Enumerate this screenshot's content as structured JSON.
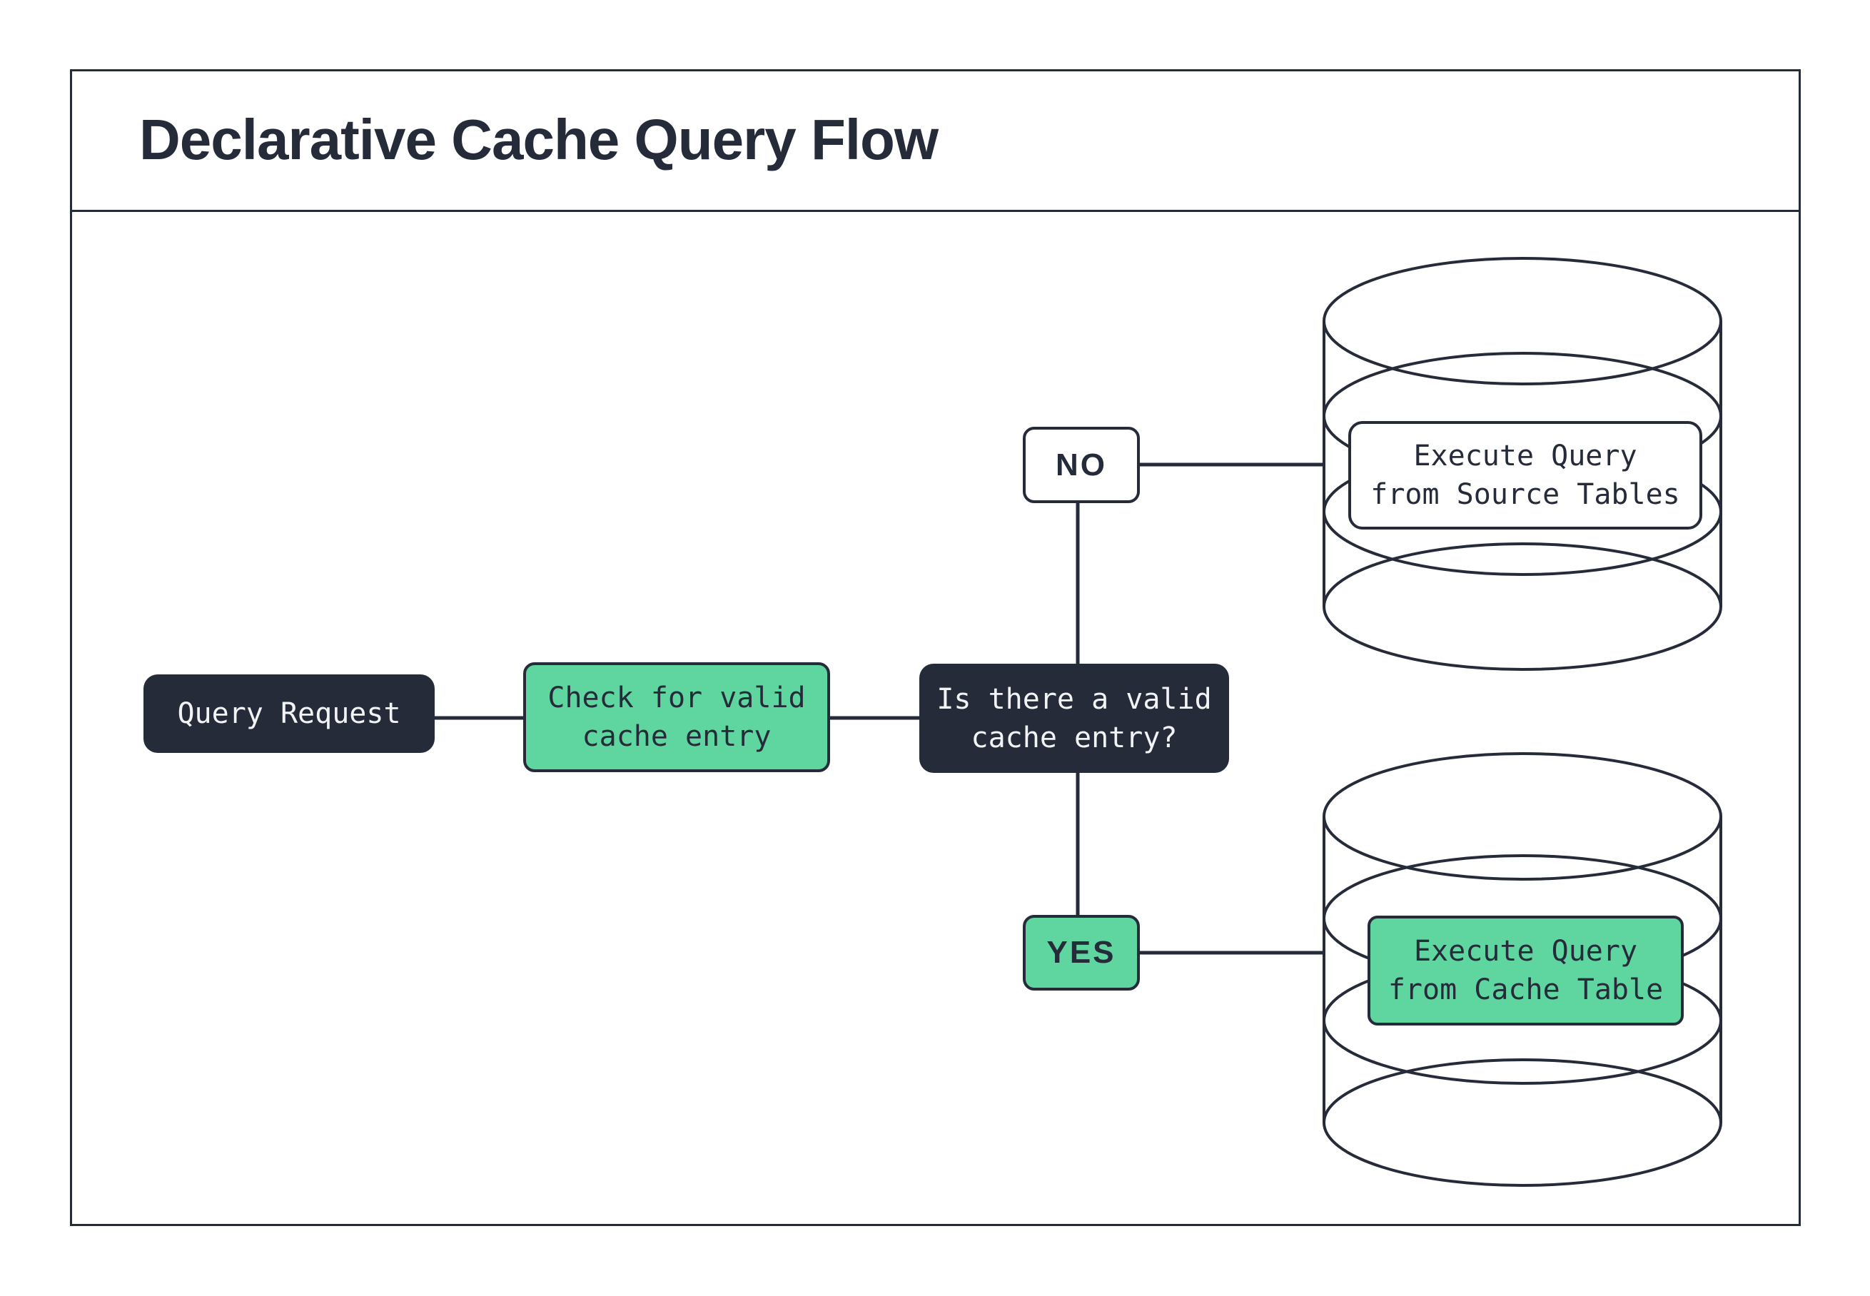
{
  "title": "Declarative Cache Query Flow",
  "colors": {
    "ink": "#262b3a",
    "green": "#5fd6a0",
    "background": "#ffffff",
    "light_text": "#f2f3f5"
  },
  "nodes": {
    "query_request": {
      "label": "Query Request"
    },
    "check_cache": {
      "label": "Check for valid\ncache entry"
    },
    "decision": {
      "label": "Is there a valid\ncache entry?"
    },
    "no": {
      "label": "NO"
    },
    "yes": {
      "label": "YES"
    },
    "execute_source": {
      "label": "Execute Query\nfrom Source Tables"
    },
    "execute_cache": {
      "label": "Execute Query\nfrom Cache Table"
    }
  },
  "icons": {
    "source_db": "database-cylinder",
    "cache_db": "database-cylinder"
  }
}
